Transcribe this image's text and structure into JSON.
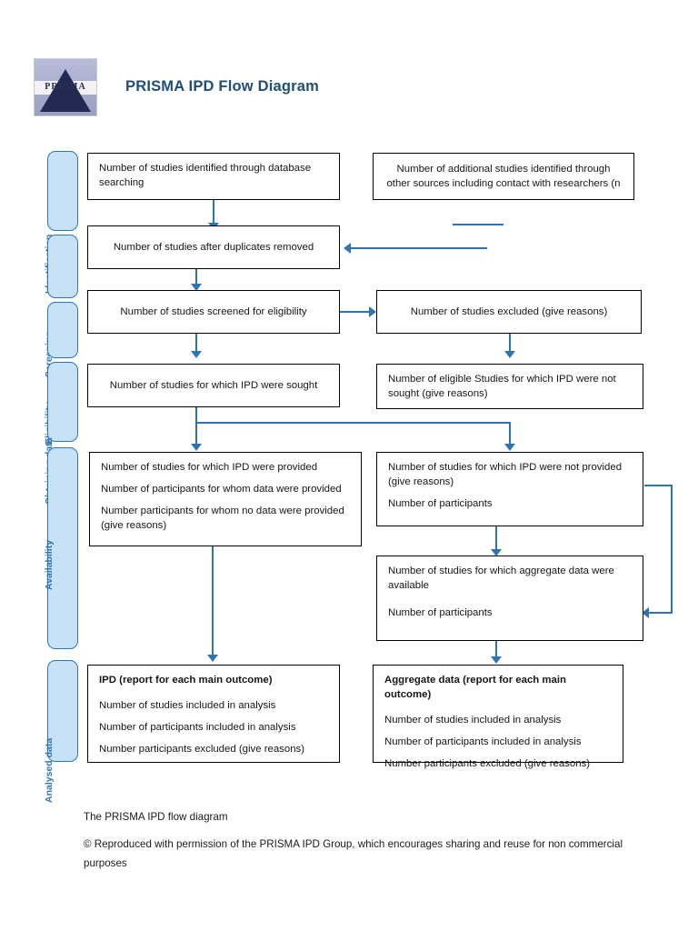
{
  "header": {
    "title": "PRISMA IPD Flow Diagram",
    "logo_text": "PRISMA",
    "logo_alt": "prisma-pyramid-logo"
  },
  "phases": [
    {
      "id": "identification",
      "label": "Identification"
    },
    {
      "id": "screening",
      "label": "Screening"
    },
    {
      "id": "eligibility",
      "label": "Eligibility"
    },
    {
      "id": "obtaining",
      "label": "Obtaining data"
    },
    {
      "id": "availability",
      "label": "Availability"
    },
    {
      "id": "analysis",
      "label": "Analysed data"
    }
  ],
  "boxes": {
    "identified_db": "Number of studies identified through database searching",
    "identified_other": "Number of additional studies identified through other sources including contact with researchers (n",
    "duplicates_removed": "Number of studies after duplicates removed",
    "screened": "Number of studies screened for eligibility",
    "excluded": "Number of studies excluded (give reasons)",
    "ipd_sought": "Number of studies for which IPD were sought",
    "ipd_not_sought": "Number of eligible Studies for which IPD were not sought (give reasons)",
    "ipd_provided": [
      "Number of studies for which IPD were provided",
      "Number of participants for whom data were provided",
      "Number participants for whom no data were provided (give reasons)"
    ],
    "ipd_not_provided": [
      "Number of studies for which IPD were not provided (give reasons)",
      "Number of participants"
    ],
    "aggregate_available": [
      "Number of studies for which aggregate data were available",
      " Number of participants"
    ],
    "analysis_ipd": {
      "heading": "IPD (report for each main outcome)",
      "lines": [
        "Number of studies included in analysis",
        "Number of participants included in analysis",
        "Number participants excluded (give reasons)"
      ]
    },
    "analysis_aggregate": {
      "heading": "Aggregate data (report for each main outcome)",
      "lines": [
        "Number of studies included in analysis",
        "Number of participants included in analysis",
        "Number participants excluded (give reasons)"
      ]
    }
  },
  "footer": {
    "caption": "The PRISMA IPD flow diagram",
    "copyright": "© Reproduced with permission of the PRISMA IPD Group, which encourages sharing and reuse for non commercial purposes"
  },
  "colors": {
    "accent": "#2e74b5",
    "phase_fill": "#c8e2f5",
    "title": "#1f4e79",
    "box_border": "#000000"
  }
}
